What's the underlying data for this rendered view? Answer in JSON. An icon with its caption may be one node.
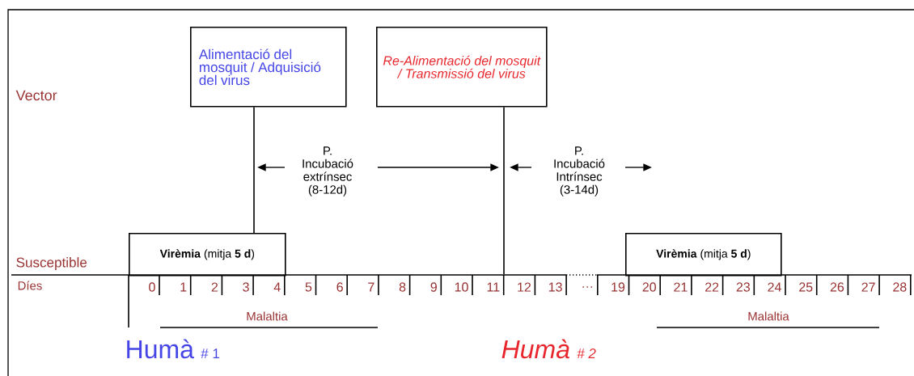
{
  "diagram": {
    "nodes": [
      {
        "text": [
          "Alimentació del mosquit / Adquisició del virus"
        ]
      },
      {
        "text": [
          "Re-Alimentació del mosquit / Transmissió del virus"
        ]
      },
      {
        "text": [
          "**Virèmia** (mitja **5 d**)"
        ]
      },
      {
        "text": [
          "**Virèmia** (mitja **5 d**)"
        ]
      }
    ],
    "edges": [
      {
        "from": 0,
        "to": 2,
        "arrow": "none"
      },
      {
        "from": 1,
        "to": null,
        "arrow": "none"
      }
    ],
    "labels": [
      "Vector",
      "P. Incubació extrínsec (8-12d)",
      "P. Incubació Intrínsec (3-14d)",
      "Susceptible",
      "Díes",
      "0",
      "1",
      "2",
      "3",
      "4",
      "5",
      "6",
      "7",
      "8",
      "9",
      "10",
      "11",
      "12",
      "13",
      "…",
      "19",
      "20",
      "21",
      "22",
      "23",
      "24",
      "25",
      "26",
      "27",
      "28",
      "Malaltia",
      "Malaltia",
      "Humà",
      "# 1",
      "Humà",
      "# 2"
    ]
  }
}
